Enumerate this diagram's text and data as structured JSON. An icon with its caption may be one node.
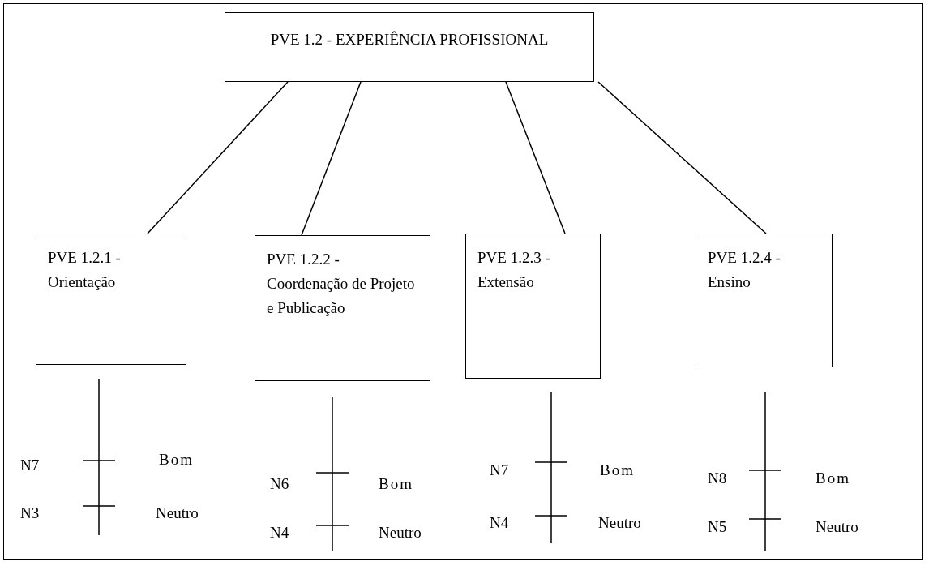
{
  "diagram": {
    "nodes": [
      {
        "text": [
          "PVE 1.2 - EXPERIÊNCIA PROFISSIONAL"
        ]
      },
      {
        "text": [
          "PVE 1.2.1 - Orientação"
        ]
      },
      {
        "text": [
          "PVE 1.2.2 - Coordenação de Projeto e Publicação"
        ]
      },
      {
        "text": [
          "PVE 1.2.3 - Extensão"
        ]
      },
      {
        "text": [
          "PVE 1.2.4 - Ensino"
        ]
      }
    ],
    "edges": [
      {
        "from": 0,
        "to": 1,
        "arrow": "none"
      },
      {
        "from": 0,
        "to": 2,
        "arrow": "none"
      },
      {
        "from": 0,
        "to": 3,
        "arrow": "none"
      },
      {
        "from": 0,
        "to": 4,
        "arrow": "none"
      }
    ],
    "labels": [
      "N7",
      "Bom",
      "N3",
      "Neutro",
      "N6",
      "Bom",
      "N4",
      "Neutro",
      "N7",
      "Bom",
      "N4",
      "Neutro",
      "N8",
      "Bom",
      "N5",
      "Neutro"
    ]
  }
}
